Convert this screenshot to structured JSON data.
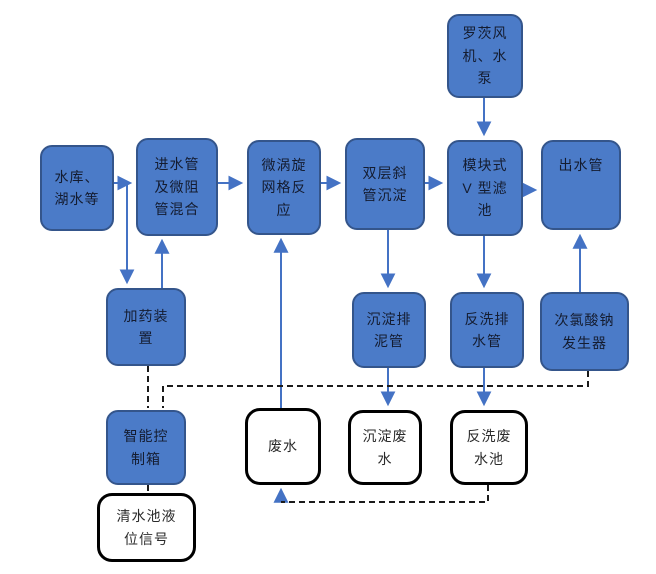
{
  "colors": {
    "node_fill": "#4b7bc8",
    "node_border": "#34558b",
    "arrow_blue": "#4472c4",
    "dashed_black": "#1a1a1a",
    "io_fill": "#ffffff",
    "io_border": "#000000"
  },
  "nodes": [
    {
      "id": "roots-blower",
      "label": "罗茨风\n机、水\n泵"
    },
    {
      "id": "water-source",
      "label": "水库、\n湖水等"
    },
    {
      "id": "inlet-pipe-mixing",
      "label": "进水管\n及微阻\n管混合"
    },
    {
      "id": "micro-vortex-grid",
      "label": "微涡旋\n网格反\n应"
    },
    {
      "id": "inclined-tube-sedimentation",
      "label": "双层斜\n管沉淀"
    },
    {
      "id": "modular-v-filter",
      "label": "模块式\nV 型滤\n池"
    },
    {
      "id": "outlet-pipe",
      "label": "出水管"
    },
    {
      "id": "dosing-device",
      "label": "加药装\n置"
    },
    {
      "id": "sludge-discharge-pipe",
      "label": "沉淀排\n泥管"
    },
    {
      "id": "backwash-drain-pipe",
      "label": "反洗排\n水管"
    },
    {
      "id": "hypochlorite-generator",
      "label": "次氯酸钠\n发生器"
    },
    {
      "id": "smart-control-box",
      "label": "智能控\n制箱"
    },
    {
      "id": "wastewater",
      "label": "废水"
    },
    {
      "id": "sediment-wastewater",
      "label": "沉淀废\n水"
    },
    {
      "id": "backwash-wastewater-pool",
      "label": "反洗废\n水池"
    },
    {
      "id": "clearwater-level-signal",
      "label": "清水池液\n位信号"
    }
  ]
}
